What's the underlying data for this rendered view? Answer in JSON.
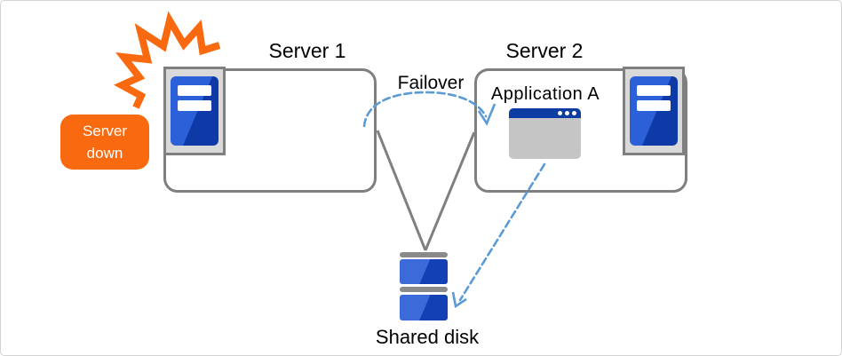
{
  "diagram": {
    "type": "failover-cluster-diagram",
    "colors": {
      "accent_orange": "#F9690F",
      "server_blue_light": "#2C60D9",
      "server_blue_dark": "#0D3AA6",
      "disk_blue_light": "#3A6BD8",
      "disk_blue_dark": "#1340B5",
      "window_titlebar_blue": "#0D3CA3",
      "window_body_gray": "#C5C5C5",
      "box_border_gray": "#7F7F7F",
      "icon_panel_gray": "#D9D9D9",
      "disk_cap_gray": "#8A8A8A",
      "connector_dashed_blue": "#5B9BD5",
      "text_black": "#000000"
    },
    "server1": {
      "title": "Server 1",
      "icon": "server-tower-icon",
      "status_icon": "crash-burst-icon"
    },
    "server2": {
      "title": "Server 2",
      "icon": "server-tower-icon",
      "application": {
        "label": "Application A",
        "icon": "app-window-icon"
      }
    },
    "shared_disk": {
      "label": "Shared disk",
      "icon": "disk-stack-icon"
    },
    "badge": {
      "line1": "Server",
      "line2": "down"
    },
    "failover": {
      "label": "Failover"
    },
    "connectors": [
      {
        "name": "server1-to-disk-line",
        "style": "solid"
      },
      {
        "name": "server2-to-disk-line",
        "style": "solid"
      },
      {
        "name": "failover-arc-arrow",
        "style": "dashed",
        "from": "Server 1",
        "to": "Server 2"
      },
      {
        "name": "app-to-disk-arrow",
        "style": "dashed",
        "from": "Application A",
        "to": "Shared disk"
      }
    ]
  }
}
